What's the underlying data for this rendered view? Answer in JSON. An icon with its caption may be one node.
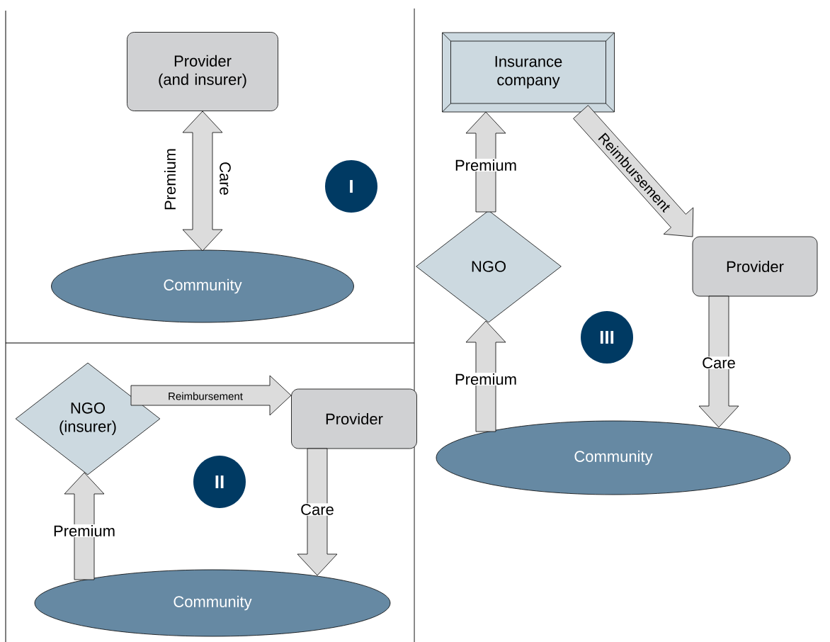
{
  "diagram": {
    "nodes": [
      {
        "text": [
          "Provider (and insurer)"
        ]
      },
      {
        "text": [
          "Community"
        ]
      },
      {
        "text": [
          "I"
        ]
      },
      {
        "text": [
          "NGO (insurer)"
        ]
      },
      {
        "text": [
          "Provider"
        ]
      },
      {
        "text": [
          "II"
        ]
      },
      {
        "text": [
          "Community"
        ]
      },
      {
        "text": [
          "Insurance company"
        ]
      },
      {
        "text": [
          "NGO"
        ]
      },
      {
        "text": [
          "Provider"
        ]
      },
      {
        "text": [
          "III"
        ]
      },
      {
        "text": [
          "Community"
        ]
      }
    ],
    "edges": [
      {
        "from": 1,
        "to": 0,
        "arrow": "both",
        "label": "Premium"
      },
      {
        "from": 0,
        "to": 1,
        "arrow": "both",
        "label": "Care"
      },
      {
        "from": 3,
        "to": 4,
        "arrow": "to",
        "label": "Reimbursement"
      },
      {
        "from": 4,
        "to": 6,
        "arrow": "to",
        "label": "Care"
      },
      {
        "from": 6,
        "to": 3,
        "arrow": "to",
        "label": "Premium"
      },
      {
        "from": 8,
        "to": 7,
        "arrow": "to",
        "label": "Premium"
      },
      {
        "from": 7,
        "to": 9,
        "arrow": "to",
        "label": "Reimbursement"
      },
      {
        "from": 9,
        "to": 11,
        "arrow": "to",
        "label": "Care"
      },
      {
        "from": 11,
        "to": 8,
        "arrow": "to",
        "label": "Premium"
      }
    ]
  }
}
